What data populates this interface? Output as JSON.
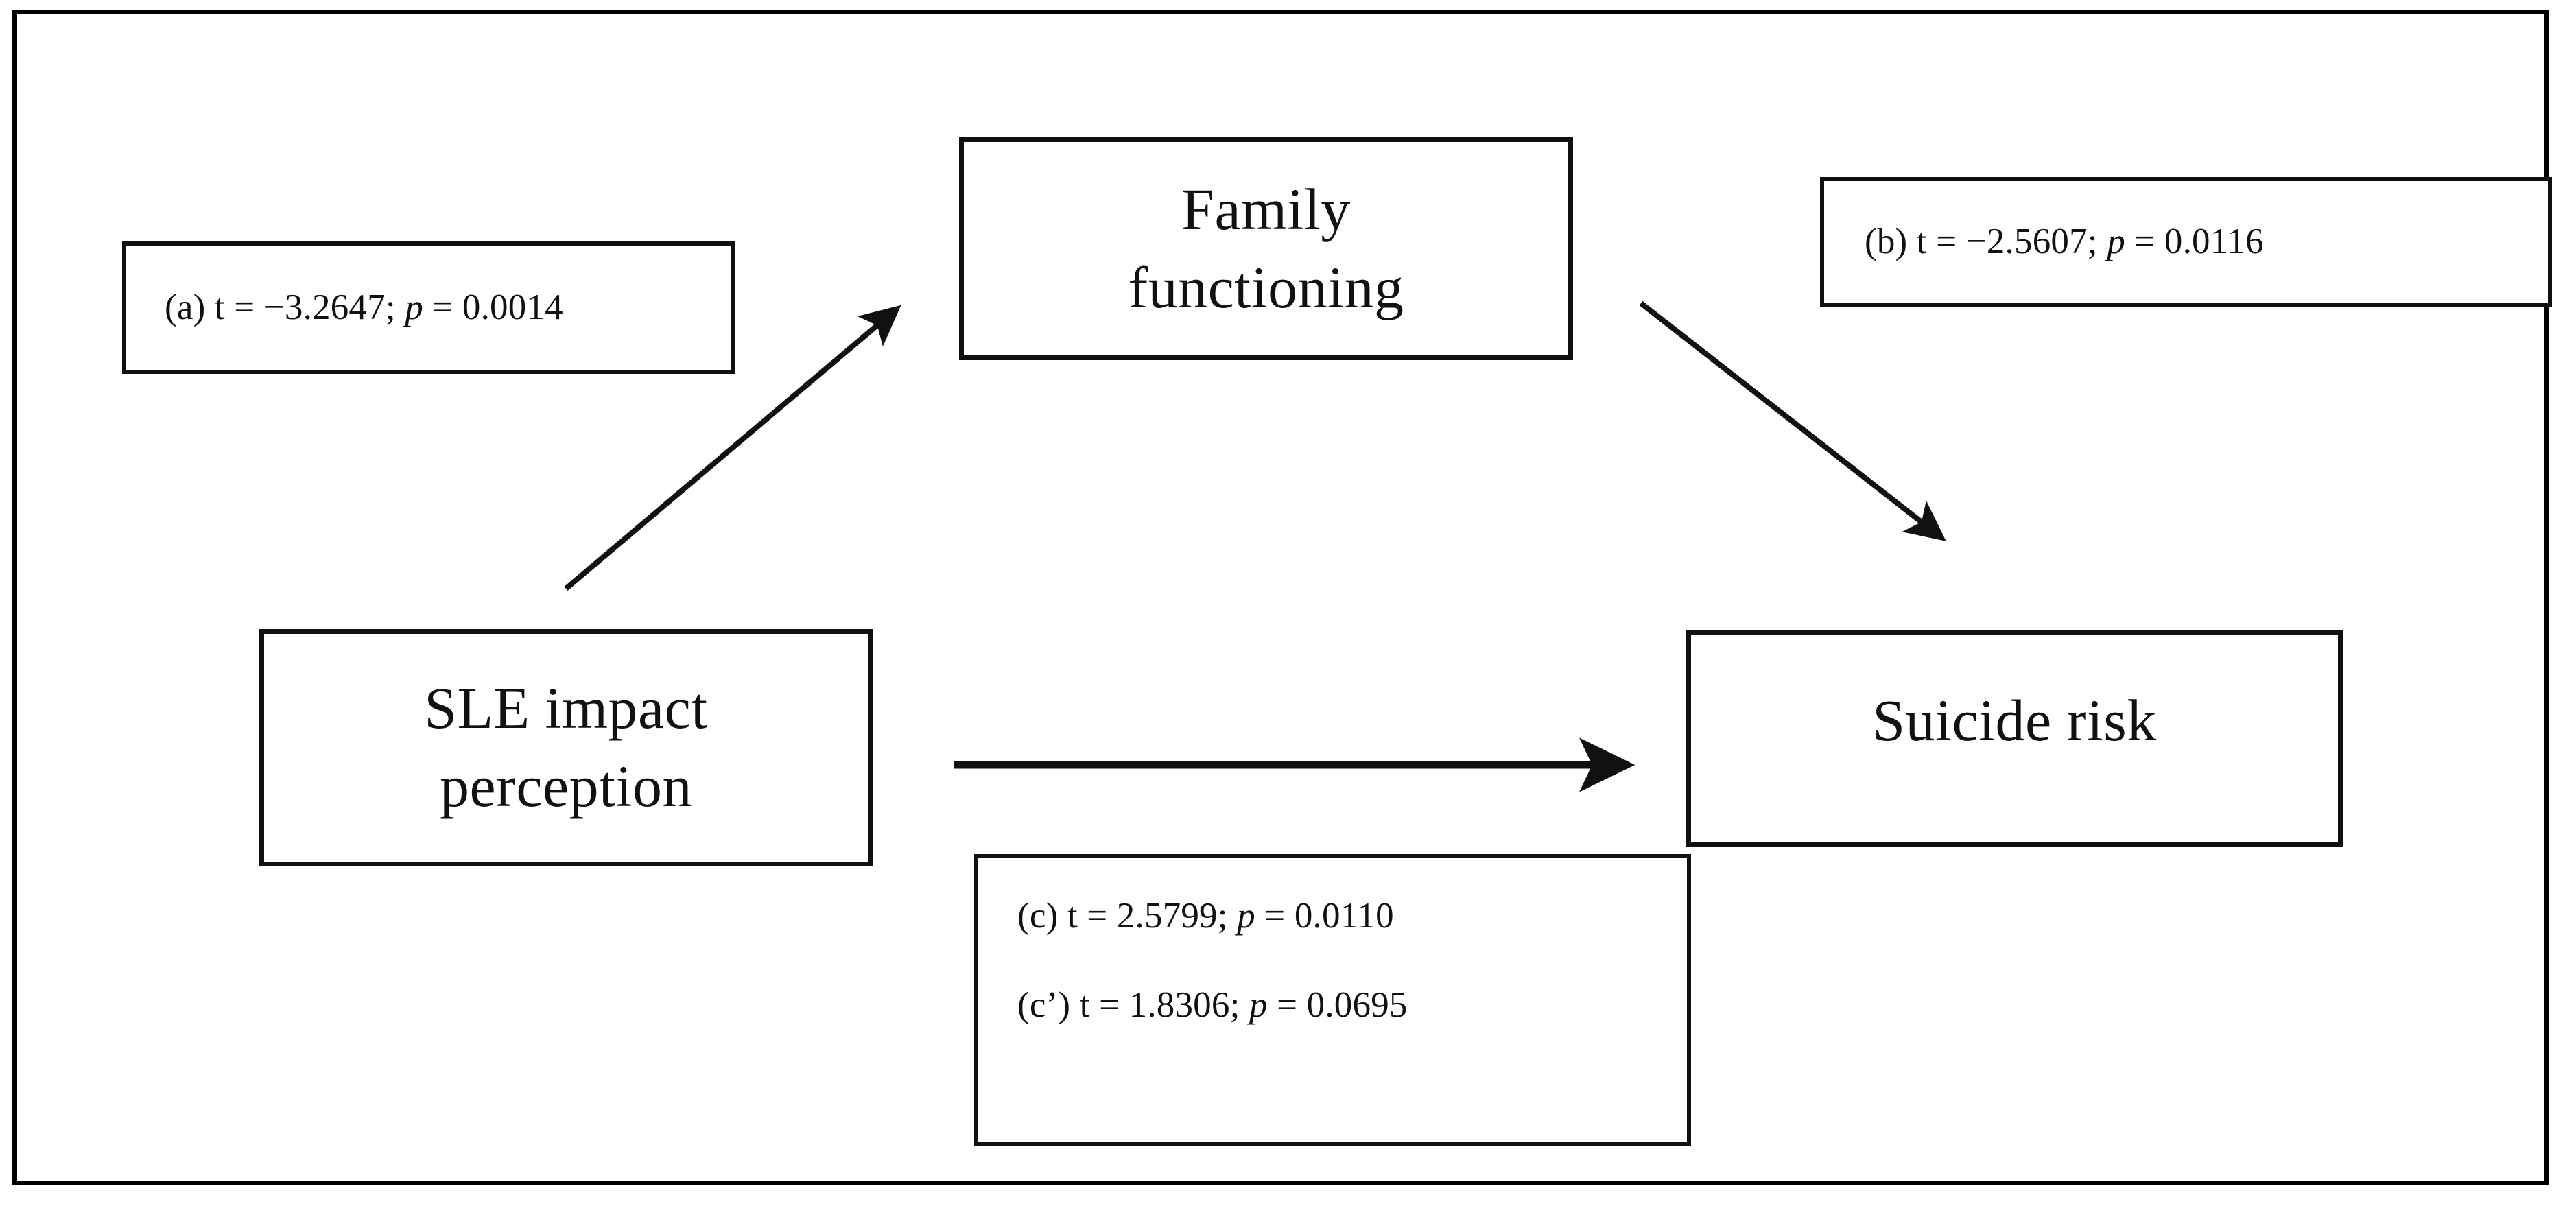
{
  "figure": {
    "type": "mediation-path-diagram",
    "background_color": "#ffffff",
    "line_color": "#111111"
  },
  "nodes": [
    {
      "id": "sle",
      "label": "SLE impact\nperception"
    },
    {
      "id": "family",
      "label": "Family\nfunctioning"
    },
    {
      "id": "suicide",
      "label": "Suicide risk"
    }
  ],
  "paths": {
    "a": {
      "from": "sle",
      "to": "family",
      "label_prefix": "(a) t = −3.2647; ",
      "label_p_italic": "p",
      "label_suffix": " = 0.0014",
      "t": -3.2647,
      "p": 0.0014
    },
    "b": {
      "from": "family",
      "to": "suicide",
      "label_prefix": "(b) t = −2.5607; ",
      "label_p_italic": "p",
      "label_suffix": " = 0.0116",
      "t": -2.5607,
      "p": 0.0116
    },
    "c": {
      "from": "sle",
      "to": "suicide",
      "label_prefix": "(c) t = 2.5799; ",
      "label_p_italic": "p",
      "label_suffix": " = 0.0110",
      "t": 2.5799,
      "p": 0.011
    },
    "c_prime": {
      "from": "sle",
      "to": "suicide",
      "label_prefix": "(c’) t = 1.8306; ",
      "label_p_italic": "p",
      "label_suffix": " = 0.0695",
      "t": 1.8306,
      "p": 0.0695
    }
  },
  "icons": {
    "arrow_a": "arrow-up-right-icon",
    "arrow_b": "arrow-down-right-icon",
    "arrow_c": "arrow-right-icon",
    "reduction_arrow": "hollow-arrow-down-icon"
  }
}
